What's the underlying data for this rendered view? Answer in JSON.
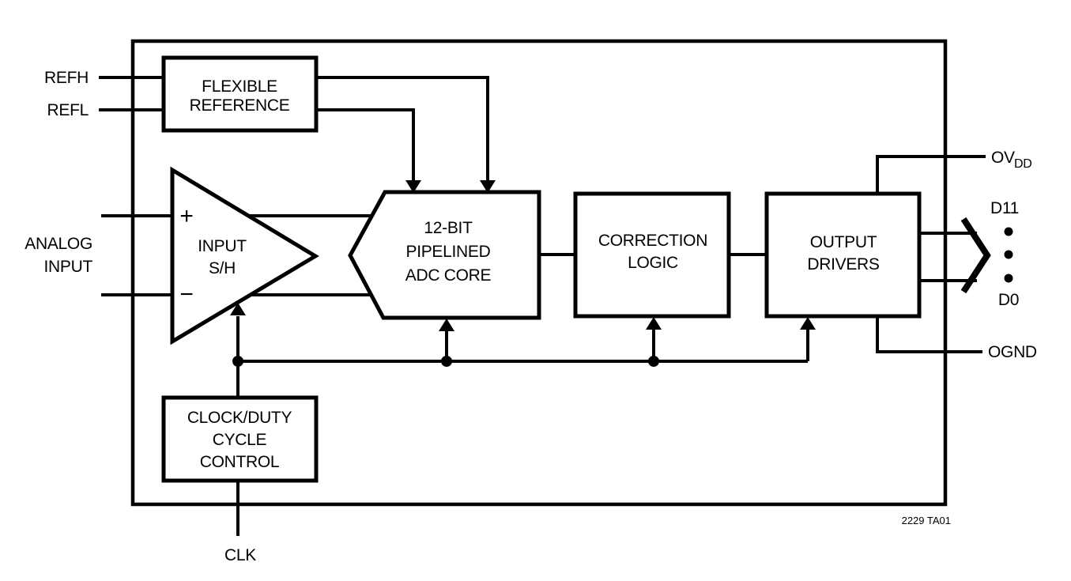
{
  "diagram": {
    "caption": "2229 TA01",
    "colors": {
      "ink": "#000000",
      "background": "#ffffff"
    },
    "blocks": {
      "reference": {
        "line1": "FLEXIBLE",
        "line2": "REFERENCE"
      },
      "input_sh": {
        "line1": "INPUT",
        "line2": "S/H",
        "plus": "+",
        "minus": "−"
      },
      "adc_core": {
        "line1": "12-BIT",
        "line2": "PIPELINED",
        "line3": "ADC CORE"
      },
      "correction": {
        "line1": "CORRECTION",
        "line2": "LOGIC"
      },
      "output_drivers": {
        "line1": "OUTPUT",
        "line2": "DRIVERS"
      },
      "clock": {
        "line1": "CLOCK/DUTY",
        "line2": "CYCLE",
        "line3": "CONTROL"
      }
    },
    "pins": {
      "refh": "REFH",
      "refl": "REFL",
      "analog_line1": "ANALOG",
      "analog_line2": "INPUT",
      "clk": "CLK",
      "ovdd_main": "OV",
      "ovdd_sub": "DD",
      "ognd": "OGND",
      "d11": "D11",
      "d0": "D0"
    }
  }
}
